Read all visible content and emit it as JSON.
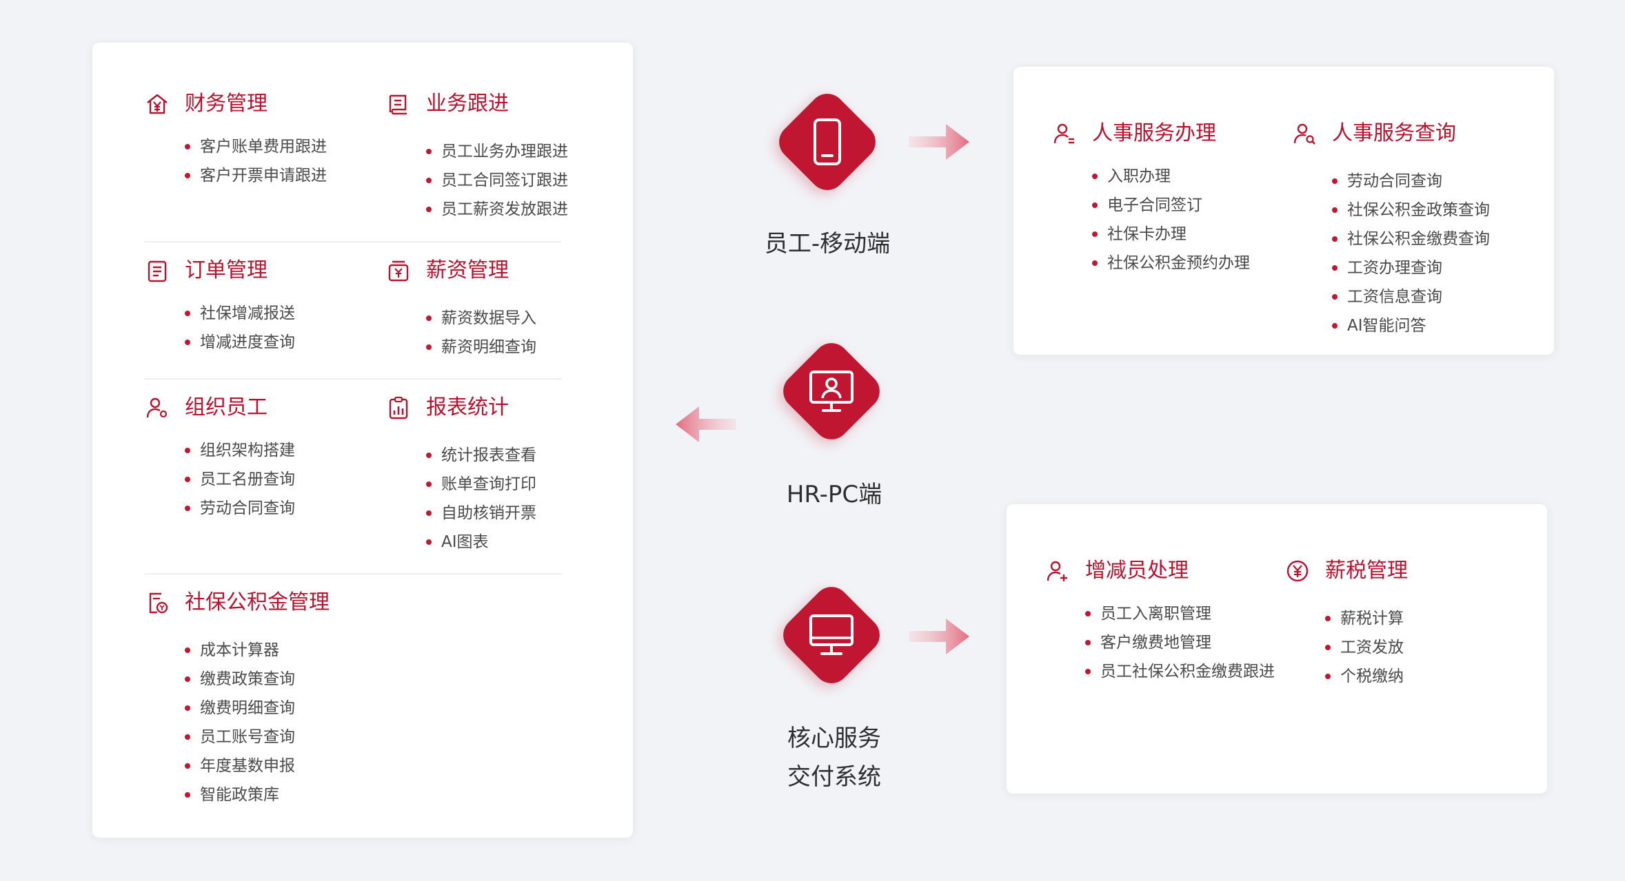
{
  "colors": {
    "accent": "#c01631",
    "title": "#b8122f",
    "background": "#f2f3f6"
  },
  "left_panel": {
    "finance": {
      "title": "财务管理",
      "icon": "house-yuan-icon",
      "items": [
        "客户账单费用跟进",
        "客户开票申请跟进"
      ]
    },
    "business": {
      "title": "业务跟进",
      "icon": "book-icon",
      "items": [
        "员工业务办理跟进",
        "员工合同签订跟进",
        "员工薪资发放跟进"
      ]
    },
    "order": {
      "title": "订单管理",
      "icon": "clipboard-icon",
      "items": [
        "社保增减报送",
        "增减进度查询"
      ]
    },
    "salary": {
      "title": "薪资管理",
      "icon": "yuan-box-icon",
      "items": [
        "薪资数据导入",
        "薪资明细查询"
      ]
    },
    "org": {
      "title": "组织员工",
      "icon": "user-gear-icon",
      "items": [
        "组织架构搭建",
        "员工名册查询",
        "劳动合同查询"
      ]
    },
    "report": {
      "title": "报表统计",
      "icon": "report-chart-icon",
      "items": [
        "统计报表查看",
        "账单查询打印",
        "自助核销开票",
        "AI图表"
      ]
    },
    "social": {
      "title": "社保公积金管理",
      "icon": "document-coin-icon",
      "items": [
        "成本计算器",
        "缴费政策查询",
        "缴费明细查询",
        "员工账号查询",
        "年度基数申报",
        "智能政策库"
      ]
    }
  },
  "channels": {
    "mobile": {
      "label": "员工-移动端",
      "icon": "phone-icon"
    },
    "pc": {
      "label": "HR-PC端",
      "icon": "monitor-user-icon"
    },
    "core": {
      "label_line1": "核心服务",
      "label_line2": "交付系统",
      "icon": "desktop-icon"
    }
  },
  "hr_panel": {
    "handle": {
      "title": "人事服务办理",
      "icon": "user-list-icon",
      "items": [
        "入职办理",
        "电子合同签订",
        "社保卡办理",
        "社保公积金预约办理"
      ]
    },
    "query": {
      "title": "人事服务查询",
      "icon": "user-search-icon",
      "items": [
        "劳动合同查询",
        "社保公积金政策查询",
        "社保公积金缴费查询",
        "工资办理查询",
        "工资信息查询",
        "AI智能问答"
      ]
    }
  },
  "core_panel": {
    "staff": {
      "title": "增减员处理",
      "icon": "user-add-icon",
      "items": [
        "员工入离职管理",
        "客户缴费地管理",
        "员工社保公积金缴费跟进"
      ]
    },
    "tax": {
      "title": "薪税管理",
      "icon": "yuan-circle-icon",
      "items": [
        "薪税计算",
        "工资发放",
        "个税缴纳"
      ]
    }
  }
}
